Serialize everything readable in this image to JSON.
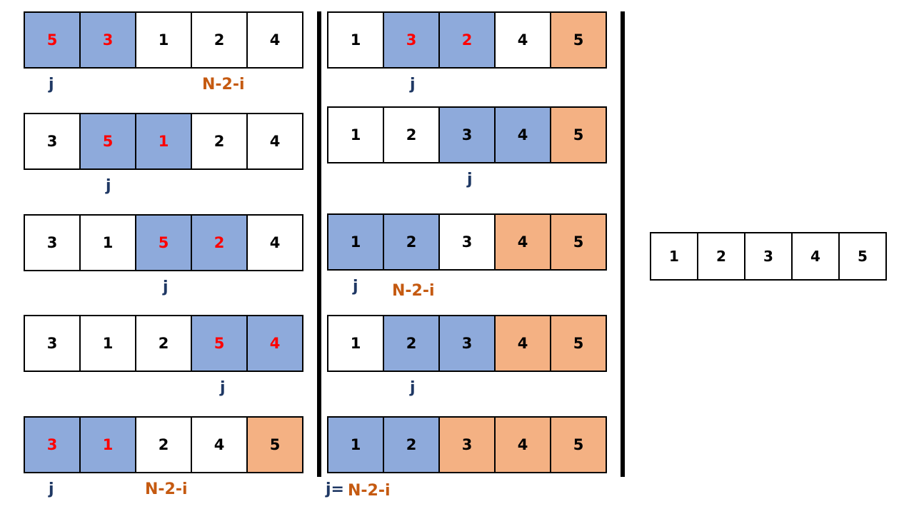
{
  "colors": {
    "compare_fill": "#8eaadb",
    "sorted_fill": "#f4b183",
    "highlight_text": "#ff0000",
    "j_label": "#1f3864",
    "bound_label": "#c55a11"
  },
  "pass1": [
    {
      "values": [
        "5",
        "3",
        "1",
        "2",
        "4"
      ],
      "states": [
        "swap",
        "swap",
        "",
        "",
        ""
      ],
      "red": [
        0,
        1
      ],
      "j_label": "j",
      "bound_label": "N-2-i"
    },
    {
      "values": [
        "3",
        "5",
        "1",
        "2",
        "4"
      ],
      "states": [
        "",
        "swap",
        "swap",
        "",
        ""
      ],
      "red": [
        1,
        2
      ],
      "j_label": "j"
    },
    {
      "values": [
        "3",
        "1",
        "5",
        "2",
        "4"
      ],
      "states": [
        "",
        "",
        "swap",
        "swap",
        ""
      ],
      "red": [
        2,
        3
      ],
      "j_label": "j"
    },
    {
      "values": [
        "3",
        "1",
        "2",
        "5",
        "4"
      ],
      "states": [
        "",
        "",
        "",
        "swap",
        "swap"
      ],
      "red": [
        3,
        4
      ],
      "j_label": "j"
    },
    {
      "values": [
        "3",
        "1",
        "2",
        "4",
        "5"
      ],
      "states": [
        "swap",
        "swap",
        "",
        "",
        "sorted"
      ],
      "red": [
        0,
        1
      ],
      "j_label": "j",
      "bound_label": "N-2-i"
    }
  ],
  "pass2": [
    {
      "values": [
        "1",
        "3",
        "2",
        "4",
        "5"
      ],
      "states": [
        "",
        "swap",
        "swap",
        "",
        "sorted"
      ],
      "red": [
        1,
        2
      ],
      "j_label": "j"
    },
    {
      "values": [
        "1",
        "2",
        "3",
        "4",
        "5"
      ],
      "states": [
        "",
        "",
        "swap",
        "swap",
        "sorted"
      ],
      "red": [],
      "j_label": "j"
    },
    {
      "values": [
        "1",
        "2",
        "3",
        "4",
        "5"
      ],
      "states": [
        "swap",
        "swap",
        "",
        "sorted",
        "sorted"
      ],
      "red": [],
      "j_label": "j",
      "bound_label": "N-2-i"
    },
    {
      "values": [
        "1",
        "2",
        "3",
        "4",
        "5"
      ],
      "states": [
        "",
        "swap",
        "swap",
        "sorted",
        "sorted"
      ],
      "red": [],
      "j_label": "j"
    },
    {
      "values": [
        "1",
        "2",
        "3",
        "4",
        "5"
      ],
      "states": [
        "swap",
        "swap",
        "sorted",
        "sorted",
        "sorted"
      ],
      "red": [],
      "j_label": "j=",
      "bound_label": "N-2-i"
    }
  ],
  "final": {
    "values": [
      "1",
      "2",
      "3",
      "4",
      "5"
    ]
  }
}
